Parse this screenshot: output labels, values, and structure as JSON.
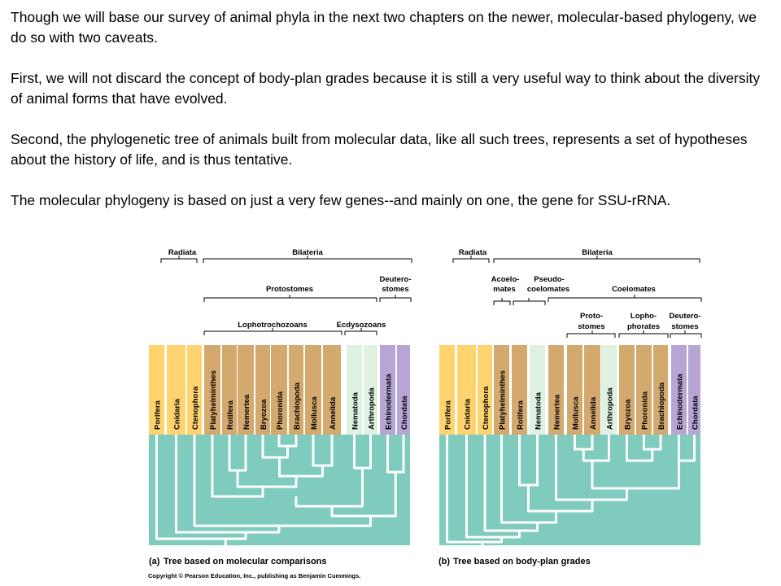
{
  "paragraphs": [
    "Though we will base our survey of animal phyla in the next two chapters on the newer, molecular-based phylogeny, we do so with two caveats.",
    "First, we will not discard the concept of body-plan grades because it is still a very useful way to think about the diversity of animal forms that have evolved.",
    "Second, the phylogenetic tree of animals built from molecular data, like all such trees, represents a set of hypotheses about the history of life, and is thus tentative.",
    "The molecular phylogeny is based on just a very few genes--and mainly on one, the gene for SSU-rRNA."
  ],
  "figure": {
    "colors": {
      "radiata": "#ffd46e",
      "proto": "#d4a96e",
      "ecdy": "#dff2e2",
      "deut": "#b7a5d6",
      "tree": "#7fcbbd"
    },
    "panel_a": {
      "caption_letter": "(a)",
      "caption": "Tree based on molecular comparisons",
      "groups": {
        "radiata": "Radiata",
        "bilateria": "Bilateria",
        "protostomes": "Protostomes",
        "deutero_1": "Deutero-",
        "deutero_2": "stomes",
        "lophotrochozoans": "Lophotrochozoans",
        "ecdysozoans": "Ecdysozoans"
      },
      "phyla": [
        {
          "name": "Porifera",
          "color": "radiata"
        },
        {
          "name": "Cnidaria",
          "color": "radiata"
        },
        {
          "name": "Ctenophora",
          "color": "radiata"
        },
        {
          "name": "Platyhelminthes",
          "color": "proto"
        },
        {
          "name": "Rotifera",
          "color": "proto"
        },
        {
          "name": "Nemertea",
          "color": "proto"
        },
        {
          "name": "Bryozoa",
          "color": "proto"
        },
        {
          "name": "Phoronida",
          "color": "proto"
        },
        {
          "name": "Brachiopoda",
          "color": "proto"
        },
        {
          "name": "Mollusca",
          "color": "proto"
        },
        {
          "name": "Annelida",
          "color": "proto"
        },
        {
          "name": "Nematoda",
          "color": "ecdy"
        },
        {
          "name": "Arthropoda",
          "color": "ecdy"
        },
        {
          "name": "Echinodermata",
          "color": "deut"
        },
        {
          "name": "Chordata",
          "color": "deut"
        }
      ]
    },
    "panel_b": {
      "caption_letter": "(b)",
      "caption": "Tree based on body-plan grades",
      "groups": {
        "radiata": "Radiata",
        "bilateria": "Bilateria",
        "acoelo_1": "Acoelo-",
        "acoelo_2": "mates",
        "pseudo_1": "Pseudo-",
        "pseudo_2": "coelomates",
        "coelomates": "Coelomates",
        "proto_1": "Proto-",
        "proto_2": "stomes",
        "lopho_1": "Lopho-",
        "lopho_2": "phorates",
        "deutero_1": "Deutero-",
        "deutero_2": "stomes"
      },
      "phyla": [
        {
          "name": "Porifera",
          "color": "radiata"
        },
        {
          "name": "Cnidaria",
          "color": "radiata"
        },
        {
          "name": "Ctenophora",
          "color": "radiata"
        },
        {
          "name": "Platyhelminthes",
          "color": "proto"
        },
        {
          "name": "Rotifera",
          "color": "proto"
        },
        {
          "name": "Nematoda",
          "color": "ecdy"
        },
        {
          "name": "Nemertea",
          "color": "proto"
        },
        {
          "name": "Mollusca",
          "color": "proto"
        },
        {
          "name": "Annelida",
          "color": "proto"
        },
        {
          "name": "Arthropoda",
          "color": "ecdy"
        },
        {
          "name": "Bryozoa",
          "color": "proto"
        },
        {
          "name": "Phoronida",
          "color": "proto"
        },
        {
          "name": "Brachiopoda",
          "color": "proto"
        },
        {
          "name": "Echinodermata",
          "color": "deut"
        },
        {
          "name": "Chordata",
          "color": "deut"
        }
      ]
    },
    "copyright": "Copyright © Pearson Education, Inc., publishing as Benjamin Cummings."
  }
}
